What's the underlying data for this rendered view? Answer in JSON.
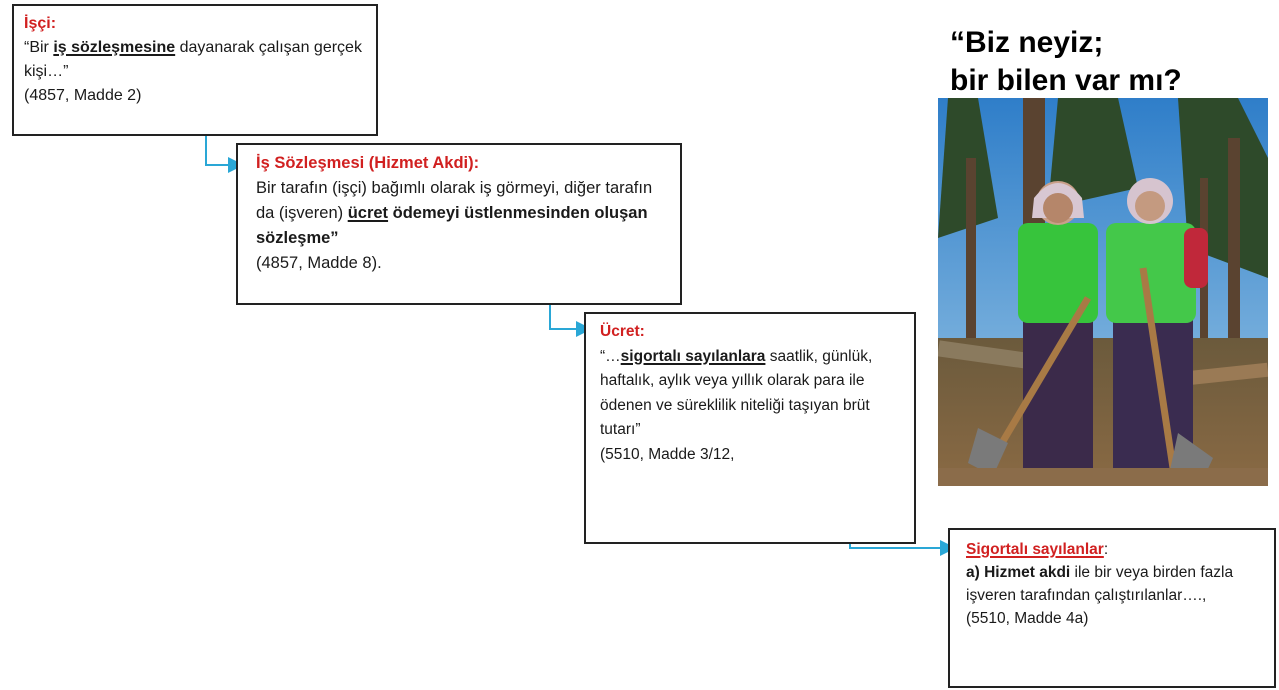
{
  "headline": {
    "line1": "“Biz neyiz;",
    "line2": "bir bilen var mı?"
  },
  "box1": {
    "title": "İşçi:",
    "text_pre": "“Bir ",
    "text_term": "iş sözleşmesine",
    "text_post": " dayanarak çalışan gerçek kişi…”",
    "citation": "(4857, Madde 2)"
  },
  "box2": {
    "title": "İş Sözleşmesi (Hizmet Akdi):",
    "text_pre": "Bir tarafın (işçi) bağımlı olarak iş görmeyi, diğer tarafın da (işveren) ",
    "text_term": "ücret",
    "text_bold": " ödemeyi üstlenmesinden oluşan sözleşme”",
    "citation": "(4857, Madde 8)."
  },
  "box3": {
    "title": "Ücret:",
    "text_pre": "“…",
    "text_term": "sigortalı sayılanlara",
    "text_post": " saatlik, günlük, haftalık, aylık veya yıllık olarak para ile ödenen ve süreklilik niteliği taşıyan brüt tutarı”",
    "citation": "(5510, Madde 3/12,"
  },
  "box4": {
    "title": "Sigortalı sayılanlar",
    "title_colon": ":",
    "text_bold": "a) Hizmet akdi",
    "text_post": " ile bir veya birden fazla işveren tarafından çalıştırılanlar….,",
    "citation": "(5510, Madde 4a)"
  },
  "colors": {
    "title_red": "#d12020",
    "connector": "#2aa7d6"
  },
  "icons": {
    "connector_arrow": "arrow-right-icon"
  }
}
